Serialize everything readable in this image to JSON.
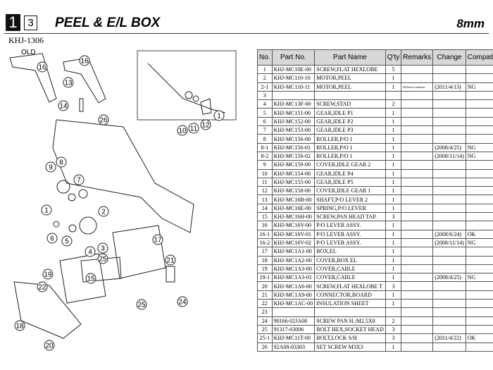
{
  "header": {
    "page": "1",
    "sub": "3",
    "title": "PEEL & E/L BOX",
    "size": "8mm",
    "model": "KHJ-1306"
  },
  "diagram": {
    "old_label": "OLD",
    "callouts": [
      "16",
      "16",
      "13",
      "14",
      "26",
      "10",
      "11",
      "12",
      "1",
      "9",
      "8",
      "7",
      "2",
      "1",
      "6",
      "5",
      "4",
      "3",
      "17",
      "25",
      "19",
      "22",
      "15",
      "21",
      "25",
      "24",
      "18",
      "20"
    ]
  },
  "table": {
    "headers": [
      "No.",
      "Part No.",
      "Part Name",
      "Q'ty",
      "Remarks",
      "Change",
      "Compati."
    ],
    "rows": [
      [
        "1",
        "KHJ-MC10E-00",
        "SCREW,FLAT HEXLOBE",
        "5",
        "",
        "",
        ""
      ],
      [
        "2",
        "KHJ-MC110-10",
        "MOTOR,PEEL",
        "1",
        "",
        "",
        ""
      ],
      [
        "2-1",
        "KHJ-MC110-11",
        "MOTOR,PEEL",
        "1",
        "Different connector",
        "(2011/4/13)",
        "NG"
      ],
      [
        "3",
        "",
        "",
        "",
        "",
        "",
        ""
      ],
      [
        "4",
        "KHJ-MC13F-00",
        "SCREW,STAD",
        "2",
        "",
        "",
        ""
      ],
      [
        "5",
        "KHJ-MC151-00",
        "GEAR,IDLE P1",
        "1",
        "",
        "",
        ""
      ],
      [
        "6",
        "KHJ-MC152-00",
        "GEAR,IDLE P2",
        "1",
        "",
        "",
        ""
      ],
      [
        "7",
        "KHJ-MC153-00",
        "GEAR,IDLE P3",
        "1",
        "",
        "",
        ""
      ],
      [
        "8",
        "KHJ-MC156-00",
        "ROLLER,P/O 1",
        "1",
        "",
        "",
        ""
      ],
      [
        "8-1",
        "KHJ-MC156-01",
        "ROLLER,P/O 1",
        "1",
        "",
        "(2008/4/25)",
        "NG"
      ],
      [
        "8-2",
        "KHJ-MC156-02",
        "ROLLER,P/O 1",
        "1",
        "",
        "(2008/11/14)",
        "NG"
      ],
      [
        "9",
        "KHJ-MC159-00",
        "COVER,IDLE GEAR 2",
        "1",
        "",
        "",
        ""
      ],
      [
        "10",
        "KHJ-MC154-00",
        "GEAR,IDLE P4",
        "1",
        "",
        "",
        ""
      ],
      [
        "11",
        "KHJ-MC155-00",
        "GEAR,IDLE P5",
        "1",
        "",
        "",
        ""
      ],
      [
        "12",
        "KHJ-MC158-00",
        "COVER,IDLE GEAR 1",
        "1",
        "",
        "",
        ""
      ],
      [
        "13",
        "KHJ-MC16B-00",
        "SHAFT,P/O LEVER 2",
        "1",
        "",
        "",
        ""
      ],
      [
        "14",
        "KHJ-MC16E-00",
        "SPRING,P/O LEVER",
        "1",
        "",
        "",
        ""
      ],
      [
        "15",
        "KHJ-MC16H-00",
        "SCREW,PAN HEAD TAP.",
        "3",
        "",
        "",
        ""
      ],
      [
        "16",
        "KHJ-MC16V-00",
        "P/O LEVER ASSY.",
        "1",
        "",
        "",
        ""
      ],
      [
        "16-1",
        "KHJ-MC16V-01",
        "P/O LEVER ASSY.",
        "1",
        "",
        "(2008/6/24)",
        "OK"
      ],
      [
        "16-2",
        "KHJ-MC16V-02",
        "P/O LEVER ASSY.",
        "1",
        "",
        "(2008/11/14)",
        "NG"
      ],
      [
        "17",
        "KHJ-MC1A1-00",
        "BOX,EL",
        "1",
        "",
        "",
        ""
      ],
      [
        "18",
        "KHJ-MC1A2-00",
        "COVER,BOX EL",
        "1",
        "",
        "",
        ""
      ],
      [
        "19",
        "KHJ-MC1A3-00",
        "COVER,CABLE",
        "1",
        "",
        "",
        ""
      ],
      [
        "19-1",
        "KHJ-MC1A3-01",
        "COVER,CABLE",
        "1",
        "",
        "(2008/4/25)",
        "NG"
      ],
      [
        "20",
        "KHJ-MC1A6-00",
        "SCREW,FLAT HEXLOBE T",
        "3",
        "",
        "",
        ""
      ],
      [
        "21",
        "KHJ-MC1A9-00",
        "CONNECTOR,BOARD",
        "1",
        "",
        "",
        ""
      ],
      [
        "22",
        "KHJ-MC1AC-00",
        "INSULATION SHEET",
        "1",
        "",
        "",
        ""
      ],
      [
        "23",
        "",
        "",
        "",
        "",
        "",
        ""
      ],
      [
        "24",
        "90166-02JA08",
        "SCREW PAN H.:M2.5X8",
        "2",
        "",
        "",
        ""
      ],
      [
        "25",
        "91317-03006",
        "BOLT HEX,SOCKET HEAD",
        "3",
        "",
        "",
        ""
      ],
      [
        "25-1",
        "KHJ-MC11T-00",
        "BOLT,LOCK S/H",
        "3",
        "",
        "(2011/4/22)",
        "OK"
      ],
      [
        "26",
        "92A08-03303",
        "SET SCREW  M3X3",
        "1",
        "",
        "",
        ""
      ]
    ]
  }
}
